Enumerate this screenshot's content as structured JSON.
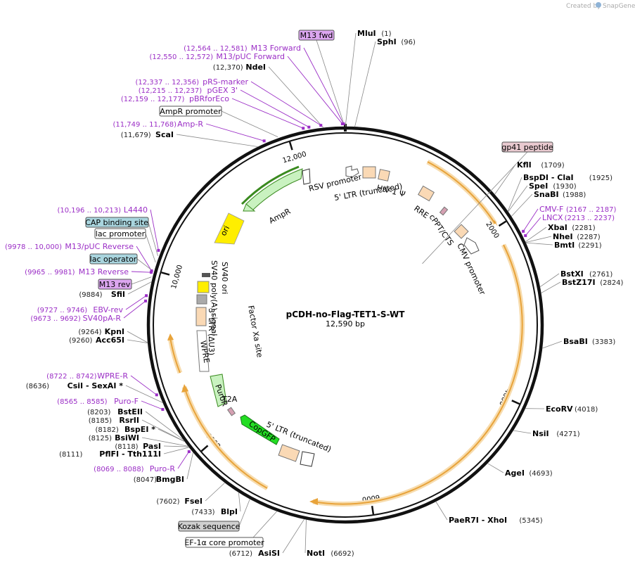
{
  "header": {
    "created_by": "Created by",
    "brand": "SnapGene"
  },
  "plasmid": {
    "name": "pCDH-no-Flag-TET1-S-WT",
    "length": "12,590 bp"
  },
  "ticks": [
    {
      "bp": 2000,
      "label": "2000"
    },
    {
      "bp": 4000,
      "label": "4000"
    },
    {
      "bp": 6000,
      "label": "6000"
    },
    {
      "bp": 8000,
      "label": "8000"
    },
    {
      "bp": 10000,
      "label": "10,000"
    },
    {
      "bp": 12000,
      "label": "12,000"
    }
  ],
  "sites": [
    {
      "name": "MluI",
      "pos": "(1)",
      "side": "right",
      "bp": 1
    },
    {
      "name": "SphI",
      "pos": "(96)",
      "side": "right",
      "bp": 96
    },
    {
      "name": "KflI",
      "pos": "(1709)",
      "side": "right",
      "bp": 1709
    },
    {
      "name": "BspDI  - ClaI",
      "pos": "(1925)",
      "side": "right",
      "bp": 1925
    },
    {
      "name": "SpeI",
      "pos": "(1930)",
      "side": "right",
      "bp": 1930
    },
    {
      "name": "SnaBI",
      "pos": "(1988)",
      "side": "right",
      "bp": 1988
    },
    {
      "name": "XbaI",
      "pos": "(2281)",
      "side": "right",
      "bp": 2281
    },
    {
      "name": "NheI",
      "pos": "(2287)",
      "side": "right",
      "bp": 2287
    },
    {
      "name": "BmtI",
      "pos": "(2291)",
      "side": "right",
      "bp": 2291
    },
    {
      "name": "BstXI",
      "pos": "(2761)",
      "side": "right",
      "bp": 2761
    },
    {
      "name": "BstZ17I",
      "pos": "(2824)",
      "side": "right",
      "bp": 2824
    },
    {
      "name": "BsaBI",
      "pos": "(3383)",
      "side": "right",
      "bp": 3383
    },
    {
      "name": "EcoRV",
      "pos": "(4018)",
      "side": "right",
      "bp": 4018
    },
    {
      "name": "NsiI",
      "pos": "(4271)",
      "side": "right",
      "bp": 4271
    },
    {
      "name": "AgeI",
      "pos": "(4693)",
      "side": "right",
      "bp": 4693
    },
    {
      "name": "PaeR7I  - XhoI",
      "pos": "(5345)",
      "side": "right",
      "bp": 5345
    },
    {
      "name": "NotI",
      "pos": "(6692)",
      "side": "right",
      "bp": 6692
    },
    {
      "name": "AsiSI",
      "pos": "(6712)",
      "side": "left",
      "bp": 6712
    },
    {
      "name": "BlpI",
      "pos": "(7433)",
      "side": "left",
      "bp": 7433
    },
    {
      "name": "FseI",
      "pos": "(7602)",
      "side": "left",
      "bp": 7602
    },
    {
      "name": "BmgBI",
      "pos": "(8047)",
      "side": "left",
      "bp": 8047
    },
    {
      "name": "PflFI  - Tth111I",
      "pos": "(8111)",
      "side": "left",
      "bp": 8111
    },
    {
      "name": "PasI",
      "pos": "(8118)",
      "side": "left",
      "bp": 8118
    },
    {
      "name": "BsiWI",
      "pos": "(8125)",
      "side": "left",
      "bp": 8125
    },
    {
      "name": "BspEI *",
      "pos": "(8182)",
      "side": "left",
      "bp": 8182
    },
    {
      "name": "RsrII",
      "pos": "(8185)",
      "side": "left",
      "bp": 8185
    },
    {
      "name": "BstEII",
      "pos": "(8203)",
      "side": "left",
      "bp": 8203
    },
    {
      "name": "CsiI  - SexAI *",
      "pos": "(8636)",
      "side": "left",
      "bp": 8636
    },
    {
      "name": "Acc65I",
      "pos": "(9260)",
      "side": "left",
      "bp": 9260
    },
    {
      "name": "KpnI",
      "pos": "(9264)",
      "side": "left",
      "bp": 9264
    },
    {
      "name": "SfiI",
      "pos": "(9884)",
      "side": "left",
      "bp": 9884
    },
    {
      "name": "ScaI",
      "pos": "(11,679)",
      "side": "left",
      "bp": 11679
    },
    {
      "name": "NdeI",
      "pos": "(12,370)",
      "side": "left",
      "bp": 12370
    }
  ],
  "primers": [
    {
      "name": "M13 Forward",
      "pos": "(12,564 .. 12,581)"
    },
    {
      "name": "M13/pUC Forward",
      "pos": "(12,550 .. 12,572)"
    },
    {
      "name": "pRS-marker",
      "pos": "(12,337 .. 12,356)"
    },
    {
      "name": "pGEX 3'",
      "pos": "(12,215 .. 12,237)"
    },
    {
      "name": "pBRforEco",
      "pos": "(12,159 .. 12,177)"
    },
    {
      "name": "Amp-R",
      "pos": "(11,749 .. 11,768)"
    },
    {
      "name": "L4440",
      "pos": "(10,196 .. 10,213)"
    },
    {
      "name": "M13/pUC Reverse",
      "pos": "(9978 .. 10,000)"
    },
    {
      "name": "M13 Reverse",
      "pos": "(9965 .. 9981)"
    },
    {
      "name": "EBV-rev",
      "pos": "(9727 .. 9746)"
    },
    {
      "name": "SV40pA-R",
      "pos": "(9673 .. 9692)"
    },
    {
      "name": "WPRE-R",
      "pos": "(8722 .. 8742)"
    },
    {
      "name": "Puro-F",
      "pos": "(8565 .. 8585)"
    },
    {
      "name": "Puro-R",
      "pos": "(8069 .. 8088)"
    },
    {
      "name": "CMV-F",
      "pos": "(2167 .. 2187)"
    },
    {
      "name": "LNCX",
      "pos": "(2213 .. 2237)"
    }
  ],
  "boxed_labels": {
    "m13_fwd": "M13 fwd",
    "ampr_promoter": "AmpR promoter",
    "gp41_peptide": "gp41 peptide",
    "cap_binding_site": "CAP binding site",
    "lac_promoter": "lac promoter",
    "lac_operator": "lac operator",
    "m13_rev": "M13 rev",
    "kozak_sequence": "Kozak sequence",
    "ef1a_core_promoter": "EF-1α core promoter"
  },
  "features": {
    "rsv_promoter": "RSV promoter",
    "ltr5_truncated_top": "5' LTR (truncated)",
    "hiv1_psi": "HIV-1 Ψ",
    "rre": "RRE",
    "cppt_cts": "cPPT/CTS",
    "cmv_promoter": "CMV promoter",
    "ampr": "AmpR",
    "ori": "ori",
    "sv40_ori": "SV40 ori",
    "sv40_polya": "SV40 poly(A) signal",
    "ltr3": "3' LTR (ΔU3)",
    "factor_xa": "Factor Xa site",
    "wpre": "WPRE",
    "puror": "PuroR",
    "t2a": "T2A",
    "copgfp": "CopGFP",
    "ltr5_truncated_bottom": "5' LTR (truncated)"
  },
  "colors": {
    "backbone": "#111111",
    "enzyme_text": "#000000",
    "primer": "#9b2ec6",
    "orf_arc": "#e8a33a",
    "orf_halo": "#f7dcae",
    "ampr_fill": "#c9f2c0",
    "ampr_stroke": "#3a8a1f",
    "ori_fill": "#ffee00",
    "copgfp_fill": "#22dd22",
    "puror_fill": "#c9f2c0",
    "ltr_fill": "#fad9b5",
    "m13_box_fill": "#dca6f0",
    "gp41_box_fill": "#e8c9cf",
    "cap_box_fill": "#a9d5de",
    "lac_op_fill": "#a9d5de",
    "kozak_box_fill": "#cfcfcf"
  }
}
